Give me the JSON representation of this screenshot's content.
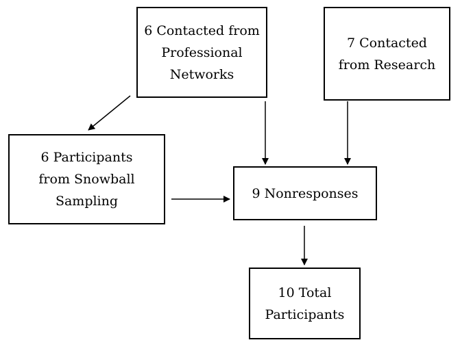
{
  "diagram": {
    "boxes": {
      "professional": {
        "lines": [
          "6 Contacted from",
          "Professional",
          "Networks"
        ]
      },
      "research": {
        "lines": [
          "7 Contacted",
          "from Research"
        ]
      },
      "snowball": {
        "lines": [
          "6 Participants",
          "from Snowball",
          "Sampling"
        ]
      },
      "nonresponses": {
        "lines": [
          "9 Nonresponses"
        ]
      },
      "total": {
        "lines": [
          "10 Total",
          "Participants"
        ]
      }
    },
    "edges": [
      {
        "from": "professional",
        "to": "snowball"
      },
      {
        "from": "professional",
        "to": "nonresponses"
      },
      {
        "from": "research",
        "to": "nonresponses"
      },
      {
        "from": "snowball",
        "to": "nonresponses"
      },
      {
        "from": "nonresponses",
        "to": "total"
      }
    ],
    "colors": {
      "stroke": "#000000",
      "background": "#ffffff"
    }
  }
}
